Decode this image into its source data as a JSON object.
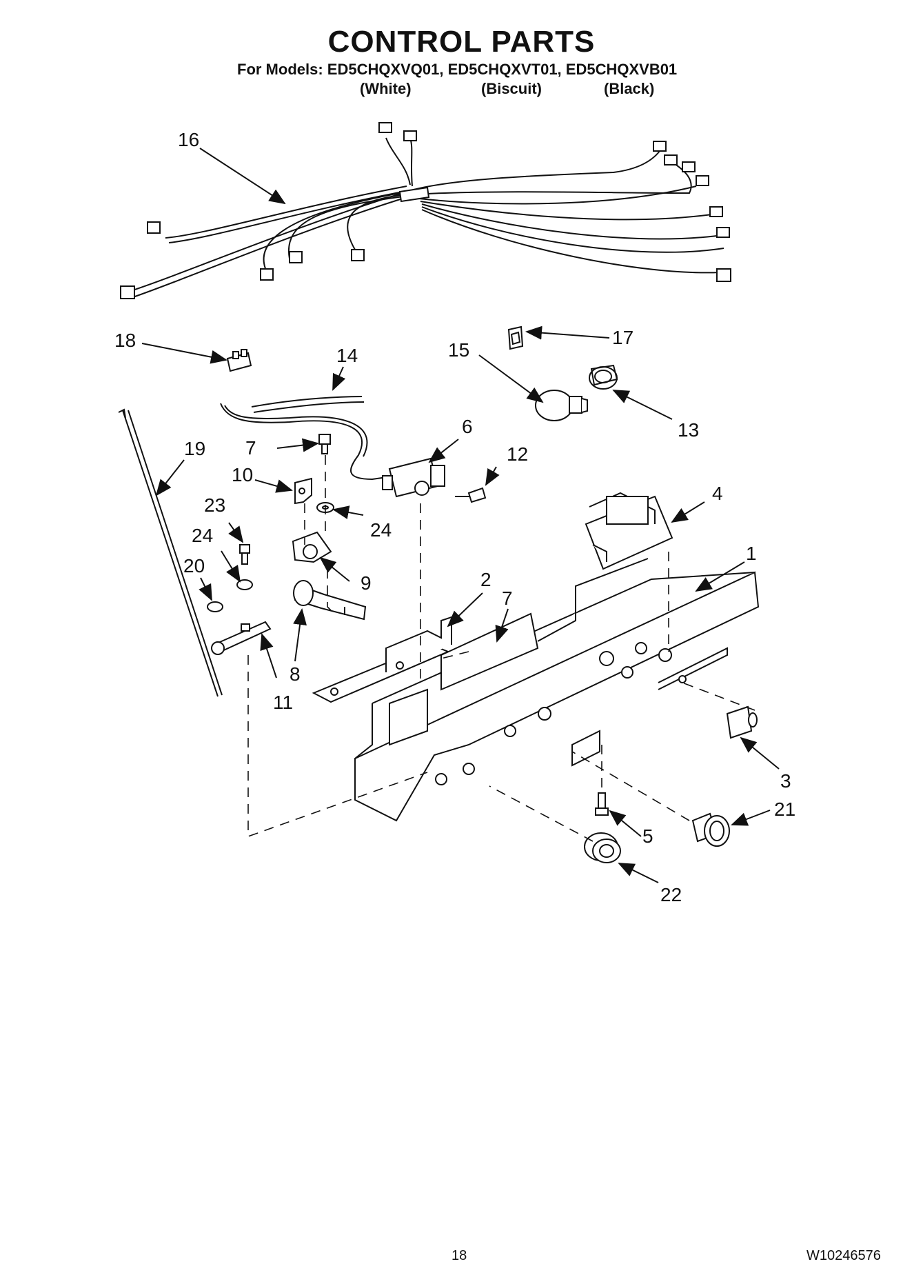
{
  "header": {
    "title": "CONTROL PARTS",
    "models_line": "For Models: ED5CHQXVQ01, ED5CHQXVT01, ED5CHQXVB01",
    "colors": [
      "(White)",
      "(Biscuit)",
      "(Black)"
    ]
  },
  "callouts": [
    "16",
    "18",
    "14",
    "17",
    "15",
    "13",
    "6",
    "12",
    "7",
    "19",
    "10",
    "24",
    "23",
    "24",
    "20",
    "9",
    "4",
    "1",
    "2",
    "7",
    "8",
    "11",
    "3",
    "21",
    "5",
    "22"
  ],
  "footer": {
    "page": "18",
    "code": "W10246576"
  }
}
